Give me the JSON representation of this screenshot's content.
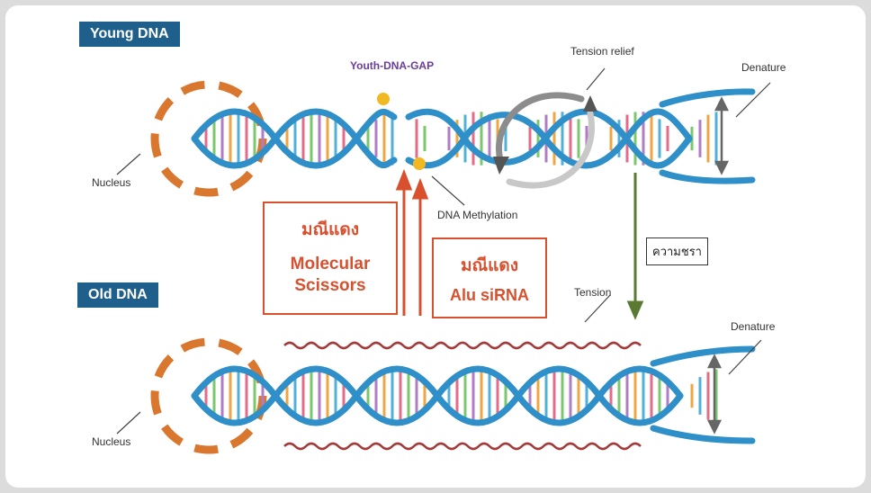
{
  "labels": {
    "young_dna": "Young DNA",
    "old_dna": "Old DNA",
    "youth_gap": "Youth-DNA-GAP",
    "tension_relief": "Tension relief",
    "denature_top": "Denature",
    "denature_bottom": "Denature",
    "nucleus_top": "Nucleus",
    "nucleus_bottom": "Nucleus",
    "dna_methylation": "DNA Methylation",
    "tension": "Tension",
    "tension_thai": "ความชรา"
  },
  "boxes": {
    "scissors": {
      "thai": "มณีแดง",
      "line1": "Molecular",
      "line2": "Scissors"
    },
    "sirna": {
      "thai": "มณีแดง",
      "line1": "Alu siRNA"
    }
  },
  "colors": {
    "label_bg": "#1f5f8b",
    "dna_blue": "#2e8fc9",
    "red": "#d9502f",
    "nucleus": "#d9772f",
    "gap_text": "#6a3d9a",
    "arrow_green": "#5a7a32"
  }
}
